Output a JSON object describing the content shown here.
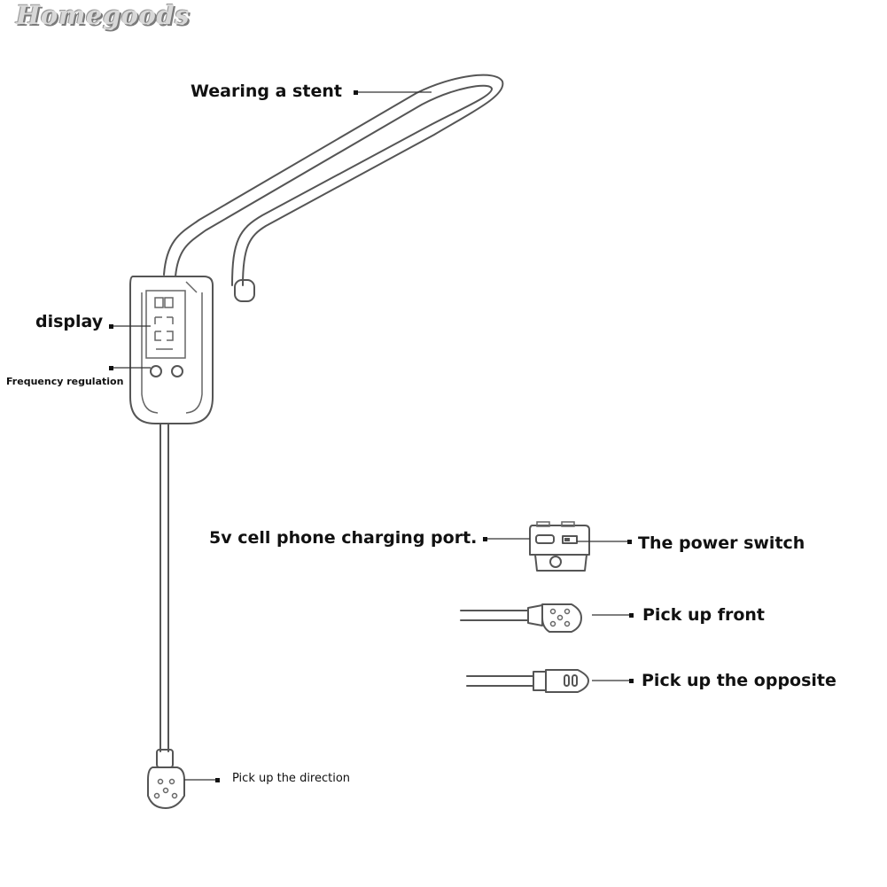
{
  "watermark": "Homegoods",
  "labels": {
    "stent": "Wearing a stent",
    "display": "display",
    "frequency": "Frequency regulation",
    "charging": "5v cell phone charging port.",
    "power": "The power switch",
    "front": "Pick up front",
    "opposite": "Pick up the opposite",
    "direction": "Pick up the direction"
  }
}
